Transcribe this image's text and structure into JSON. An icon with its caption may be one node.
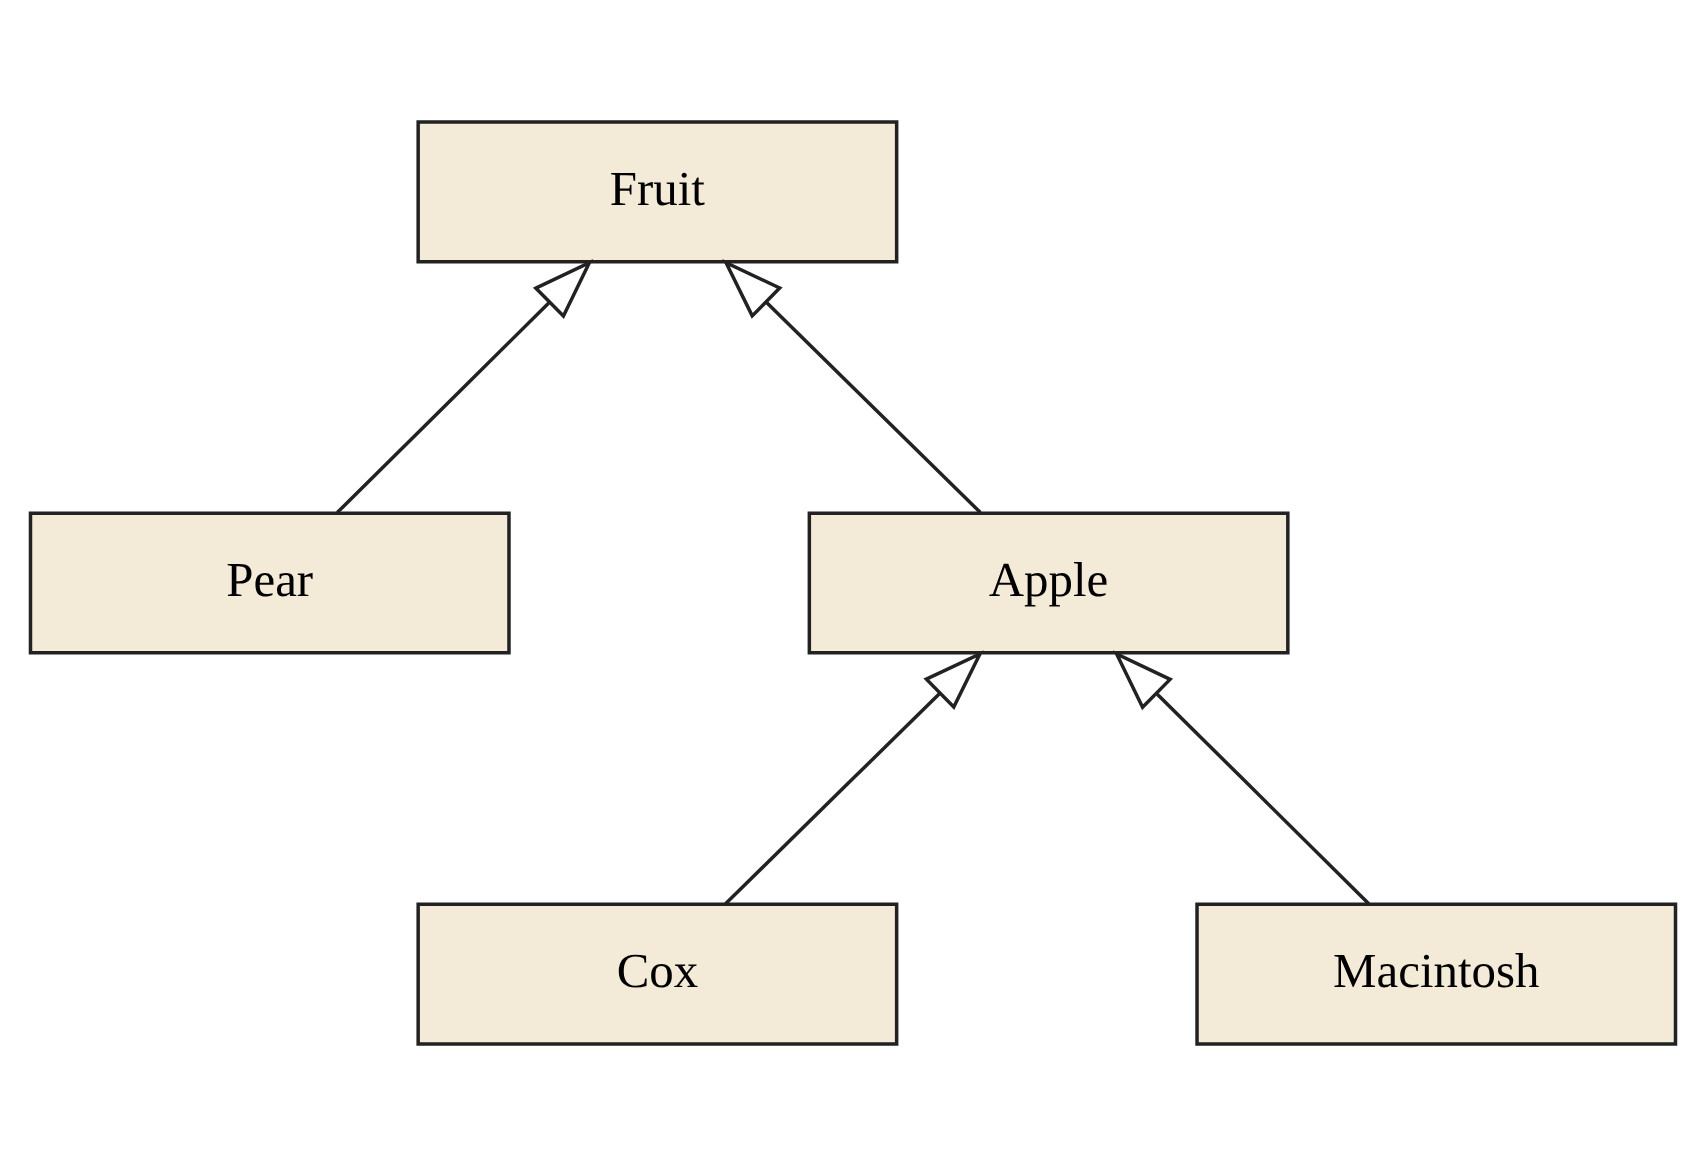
{
  "diagram": {
    "nodes": [
      {
        "text": [
          "Fruit"
        ]
      },
      {
        "text": [
          "Pear"
        ]
      },
      {
        "text": [
          "Apple"
        ]
      },
      {
        "text": [
          "Cox"
        ]
      },
      {
        "text": [
          "Macintosh"
        ]
      }
    ],
    "edges": [
      {
        "from": 1,
        "to": 0,
        "arrow": "to"
      },
      {
        "from": 2,
        "to": 0,
        "arrow": "to"
      },
      {
        "from": 3,
        "to": 2,
        "arrow": "to"
      },
      {
        "from": 4,
        "to": 2,
        "arrow": "to"
      }
    ]
  }
}
